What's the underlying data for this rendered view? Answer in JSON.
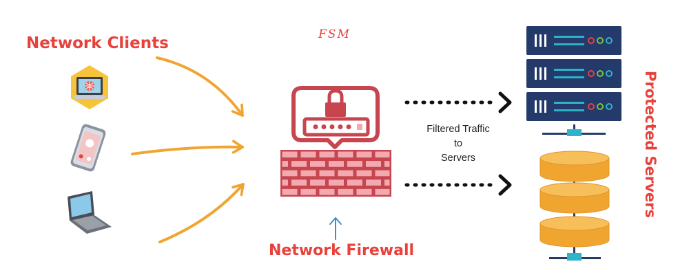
{
  "labels": {
    "clients": "Network Clients",
    "firewall": "Network Firewall",
    "servers": "Protected Servers",
    "brand": "FSM",
    "traffic": [
      "Filtered Traffic",
      "to",
      "Servers"
    ]
  },
  "clients": [
    {
      "name": "laptop-globe",
      "label": ""
    },
    {
      "name": "smartphone",
      "label": ""
    },
    {
      "name": "laptop",
      "label": ""
    }
  ],
  "colors": {
    "accent_red": "#e8413b",
    "arrow_orange": "#f0a531",
    "firewall_red": "#c7454f",
    "firewall_brick": "#f2aab0",
    "server_navy": "#233a6a",
    "database_orange": "#f0a531",
    "connector_teal": "#2eb3c9"
  }
}
